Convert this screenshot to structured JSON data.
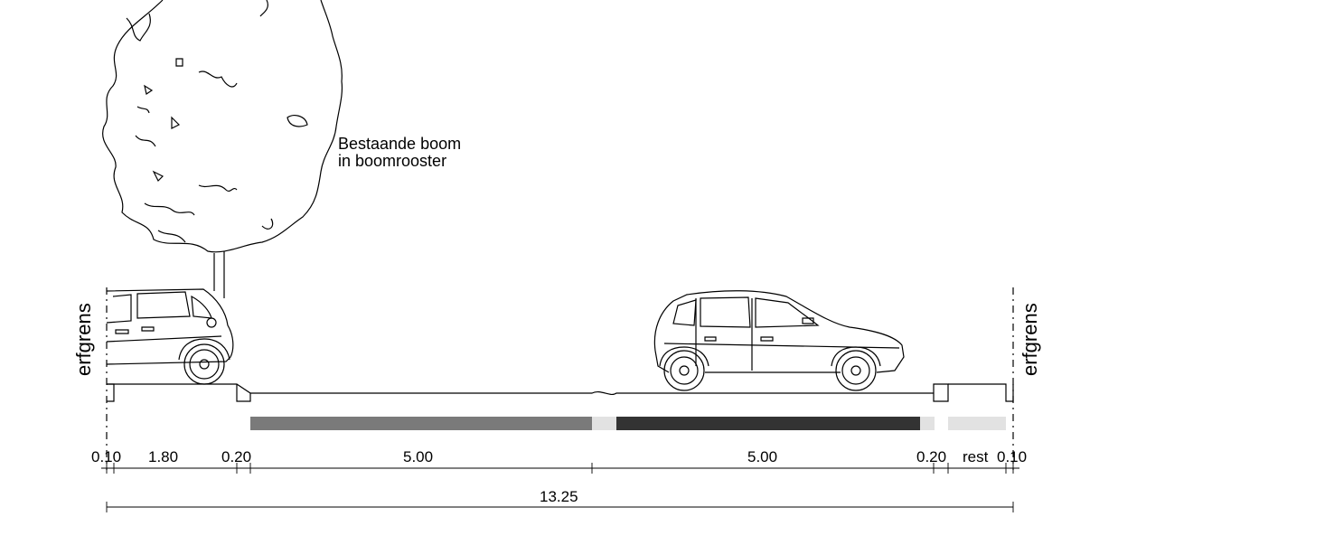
{
  "labels": {
    "left_boundary": "erfgrens",
    "right_boundary": "erfgrens",
    "tree_line1": "Bestaande boom",
    "tree_line2": "in boomrooster"
  },
  "dimensions": {
    "segments": [
      "0.10",
      "1.80",
      "0.20",
      "5.00",
      "5.00",
      "0.20",
      "rest",
      "0.10"
    ],
    "total": "13.25"
  },
  "colors": {
    "lane_left": "#7a7a7a",
    "lane_right": "#333333",
    "lane_light": "#e2e2e2",
    "line": "#000000"
  },
  "icons": {
    "tree": "tree-icon",
    "parked_car": "car-icon",
    "driving_car": "car-icon"
  }
}
